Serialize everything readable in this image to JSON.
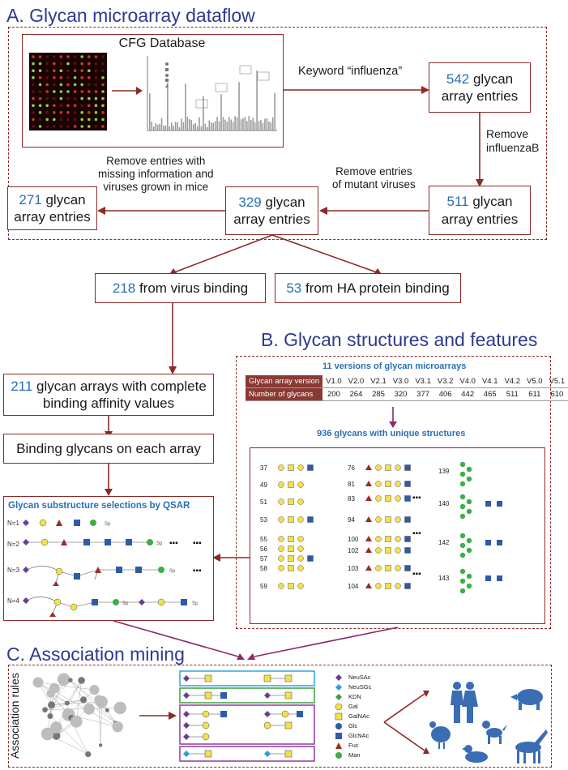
{
  "section_a": {
    "title": "A. Glycan microarray dataflow",
    "cfg_label": "CFG Database",
    "keyword_label": "Keyword “influenza”",
    "box_542": {
      "num": "542",
      "text": " glycan",
      "text2": "array entries"
    },
    "remove_influenzab": {
      "line1": "Remove",
      "line2": "influenzaB"
    },
    "box_511": {
      "num": "511",
      "text": " glycan",
      "text2": "array entries"
    },
    "remove_mutant": {
      "line1": "Remove entries",
      "line2": "of mutant viruses"
    },
    "box_329": {
      "num": "329",
      "text": " glycan",
      "text2": "array entries"
    },
    "remove_missing": {
      "line1": "Remove entries with",
      "line2": "missing information and",
      "line3": "viruses grown in mice"
    },
    "box_271": {
      "num": "271",
      "text": " glycan",
      "text2": "array entries"
    }
  },
  "flow": {
    "virus": {
      "num": "218",
      "text": " from virus binding"
    },
    "ha": {
      "num": "53",
      "text": " from HA protein binding"
    },
    "complete": {
      "num": "211",
      "text": " glycan arrays with complete",
      "text2": "binding affinity values"
    },
    "binding_each": "Binding glycans on each array"
  },
  "section_b": {
    "title": "B. Glycan structures and features",
    "versions_title": "11 versions of glycan microarrays",
    "row1_label": "Glycan array version",
    "row2_label": "Number of glycans",
    "versions": [
      "V1.0",
      "V2.0",
      "V2.1",
      "V3.0",
      "V3.1",
      "V3.2",
      "V4.0",
      "V4.1",
      "V4.2",
      "V5.0",
      "V5.1"
    ],
    "counts": [
      "200",
      "264",
      "285",
      "320",
      "377",
      "406",
      "442",
      "465",
      "511",
      "611",
      "610"
    ],
    "unique_title": "936 glycans with unique structures",
    "col1_ids": [
      "37",
      "49",
      "51",
      "53",
      "55",
      "56",
      "57",
      "58",
      "59"
    ],
    "col2_ids": [
      "76",
      "81",
      "83",
      "94",
      "100",
      "102",
      "103",
      "104"
    ],
    "col3_ids": [
      "139",
      "140",
      "142",
      "143"
    ],
    "ellipsis": "▪▪▪"
  },
  "qsar": {
    "title": "Glycan substructure selections by QSAR",
    "rows": [
      "N=1",
      "N=2",
      "N=3",
      "N=4"
    ],
    "ellipsis": "▪▪▪"
  },
  "section_c": {
    "title": "C. Association mining",
    "rules_label": "Association rules",
    "legend": [
      "NeuSAc",
      "NeuSGc",
      "KDN",
      "Gal",
      "GalNAc",
      "Glc",
      "GlcNAc",
      "Fuc",
      "Man"
    ]
  },
  "colors": {
    "dark_red": "#8b2a26",
    "blue_heading": "#2d3990",
    "number_blue": "#2a6fb5",
    "animal_blue": "#3a6db3"
  }
}
